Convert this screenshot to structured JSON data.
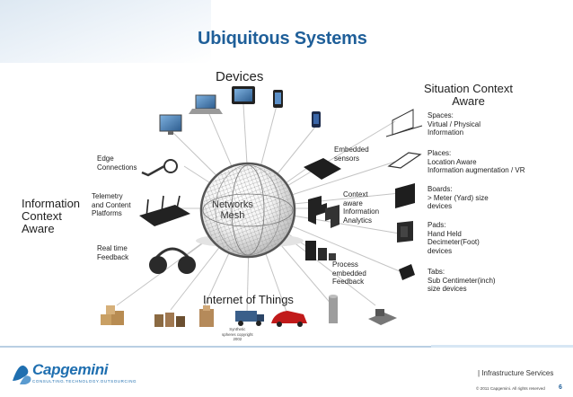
{
  "title": "Ubiquitous Systems",
  "center": {
    "label": "Networks\nMesh"
  },
  "labels": {
    "devices": "Devices",
    "situation": "Situation Context\nAware",
    "information": "Information\nContext\nAware",
    "iot": "Internet of Things",
    "edge": "Edge\nConnections",
    "telemetry": "Telemetry\nand Content\nPlatforms",
    "realtime": "Real time\nFeedback",
    "embedded": "Embedded\nsensors",
    "context_analytics": "Context\naware\nInformation\nAnalytics",
    "process": "Process\nembedded\nFeedback",
    "spaces": "Spaces:\nVirtual / Physical\nInformation",
    "places": "Places:\nLocation Aware\nInformation augmentation  / VR",
    "boards": "Boards:\n> Meter (Yard) size\ndevices",
    "pads": "Pads:\nHand Held\nDecimeter(Foot)\ndevices",
    "tabs": "Tabs:\nSub Centimeter(inch)\nsize devices"
  },
  "credit": "Synthetic\nspheres copyright\n2002",
  "footer": {
    "logo_text": "Capgemini",
    "logo_tagline": "CONSULTING.TECHNOLOGY.OUTSOURCING",
    "division": "| Infrastructure Services",
    "copyright": "© 2011 Capgemini. All rights reserved",
    "page_number": "6"
  },
  "colors": {
    "title": "#1f5f99",
    "brand": "#1f6fb0",
    "line": "#c4c4c4"
  }
}
